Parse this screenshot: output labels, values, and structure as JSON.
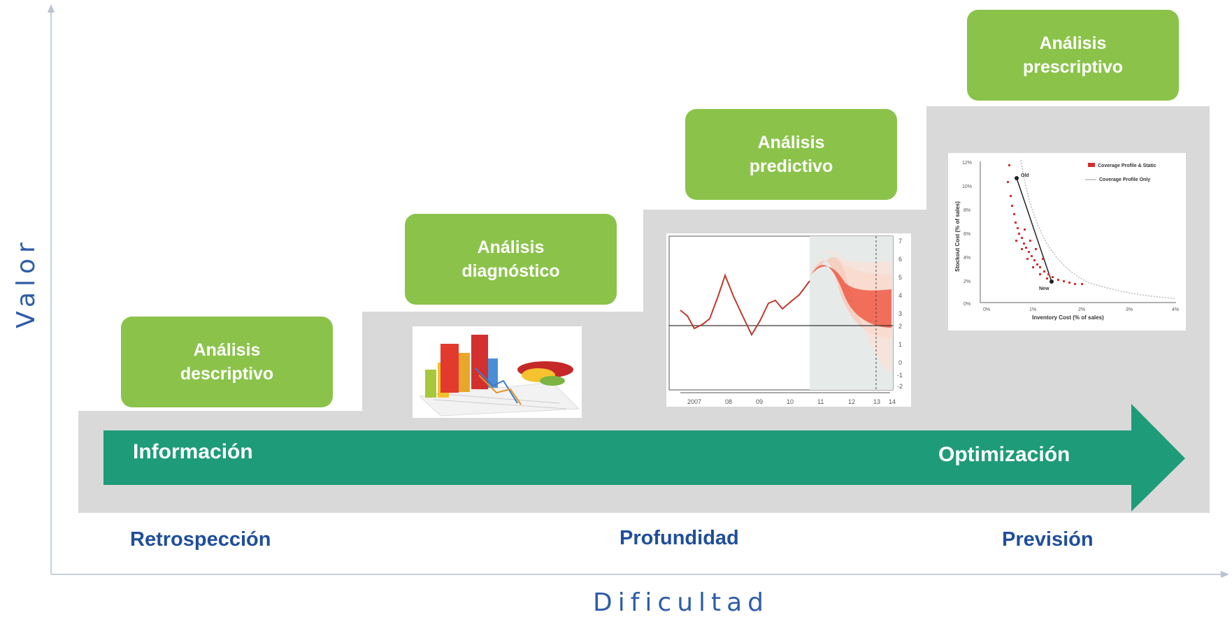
{
  "boxes": {
    "descriptive": [
      "Análisis",
      "descriptivo"
    ],
    "diagnostic": [
      "Análisis",
      "diagnóstico"
    ],
    "predictive": [
      "Análisis",
      "predictivo"
    ],
    "prescriptive": [
      "Análisis",
      "prescriptivo"
    ]
  },
  "arrow": {
    "left_label": "Información",
    "right_label": "Optimización"
  },
  "bottom_labels": {
    "left": "Retrospección",
    "middle": "Profundidad",
    "right": "Previsión"
  },
  "axes": {
    "x_title": "Dificultad",
    "y_title": "Valor"
  },
  "colors": {
    "green_box": "#8bc34a",
    "arrow": "#1e9b79",
    "step_gray": "#d9d9d9",
    "label_blue": "#1f4e9c"
  },
  "thumbnails": {
    "diagnostic_image": "3d-bar-chart-illustration",
    "predictive_image": "fan-chart-forecast",
    "prescriptive_image": "scatter-cost-curve"
  },
  "fan_chart": {
    "x_ticks": [
      "2007",
      "08",
      "09",
      "10",
      "11",
      "12",
      "13",
      "14"
    ],
    "y_ticks": [
      "7",
      "6",
      "5",
      "4",
      "3",
      "2",
      "1",
      "0",
      "-1",
      "-2"
    ]
  },
  "scatter_chart": {
    "legend": [
      "Coverage Profile & Static",
      "Coverage Profile Only"
    ],
    "xlabel": "Inventory Cost (% of sales)",
    "ylabel": "Stockout Cost (% of sales)",
    "x_ticks": [
      "0%",
      "1%",
      "2%",
      "3%",
      "4%"
    ],
    "y_ticks": [
      "12%",
      "10%",
      "8%",
      "6%",
      "4%",
      "2%",
      "0%"
    ],
    "annotations": [
      "Old",
      "New"
    ]
  }
}
